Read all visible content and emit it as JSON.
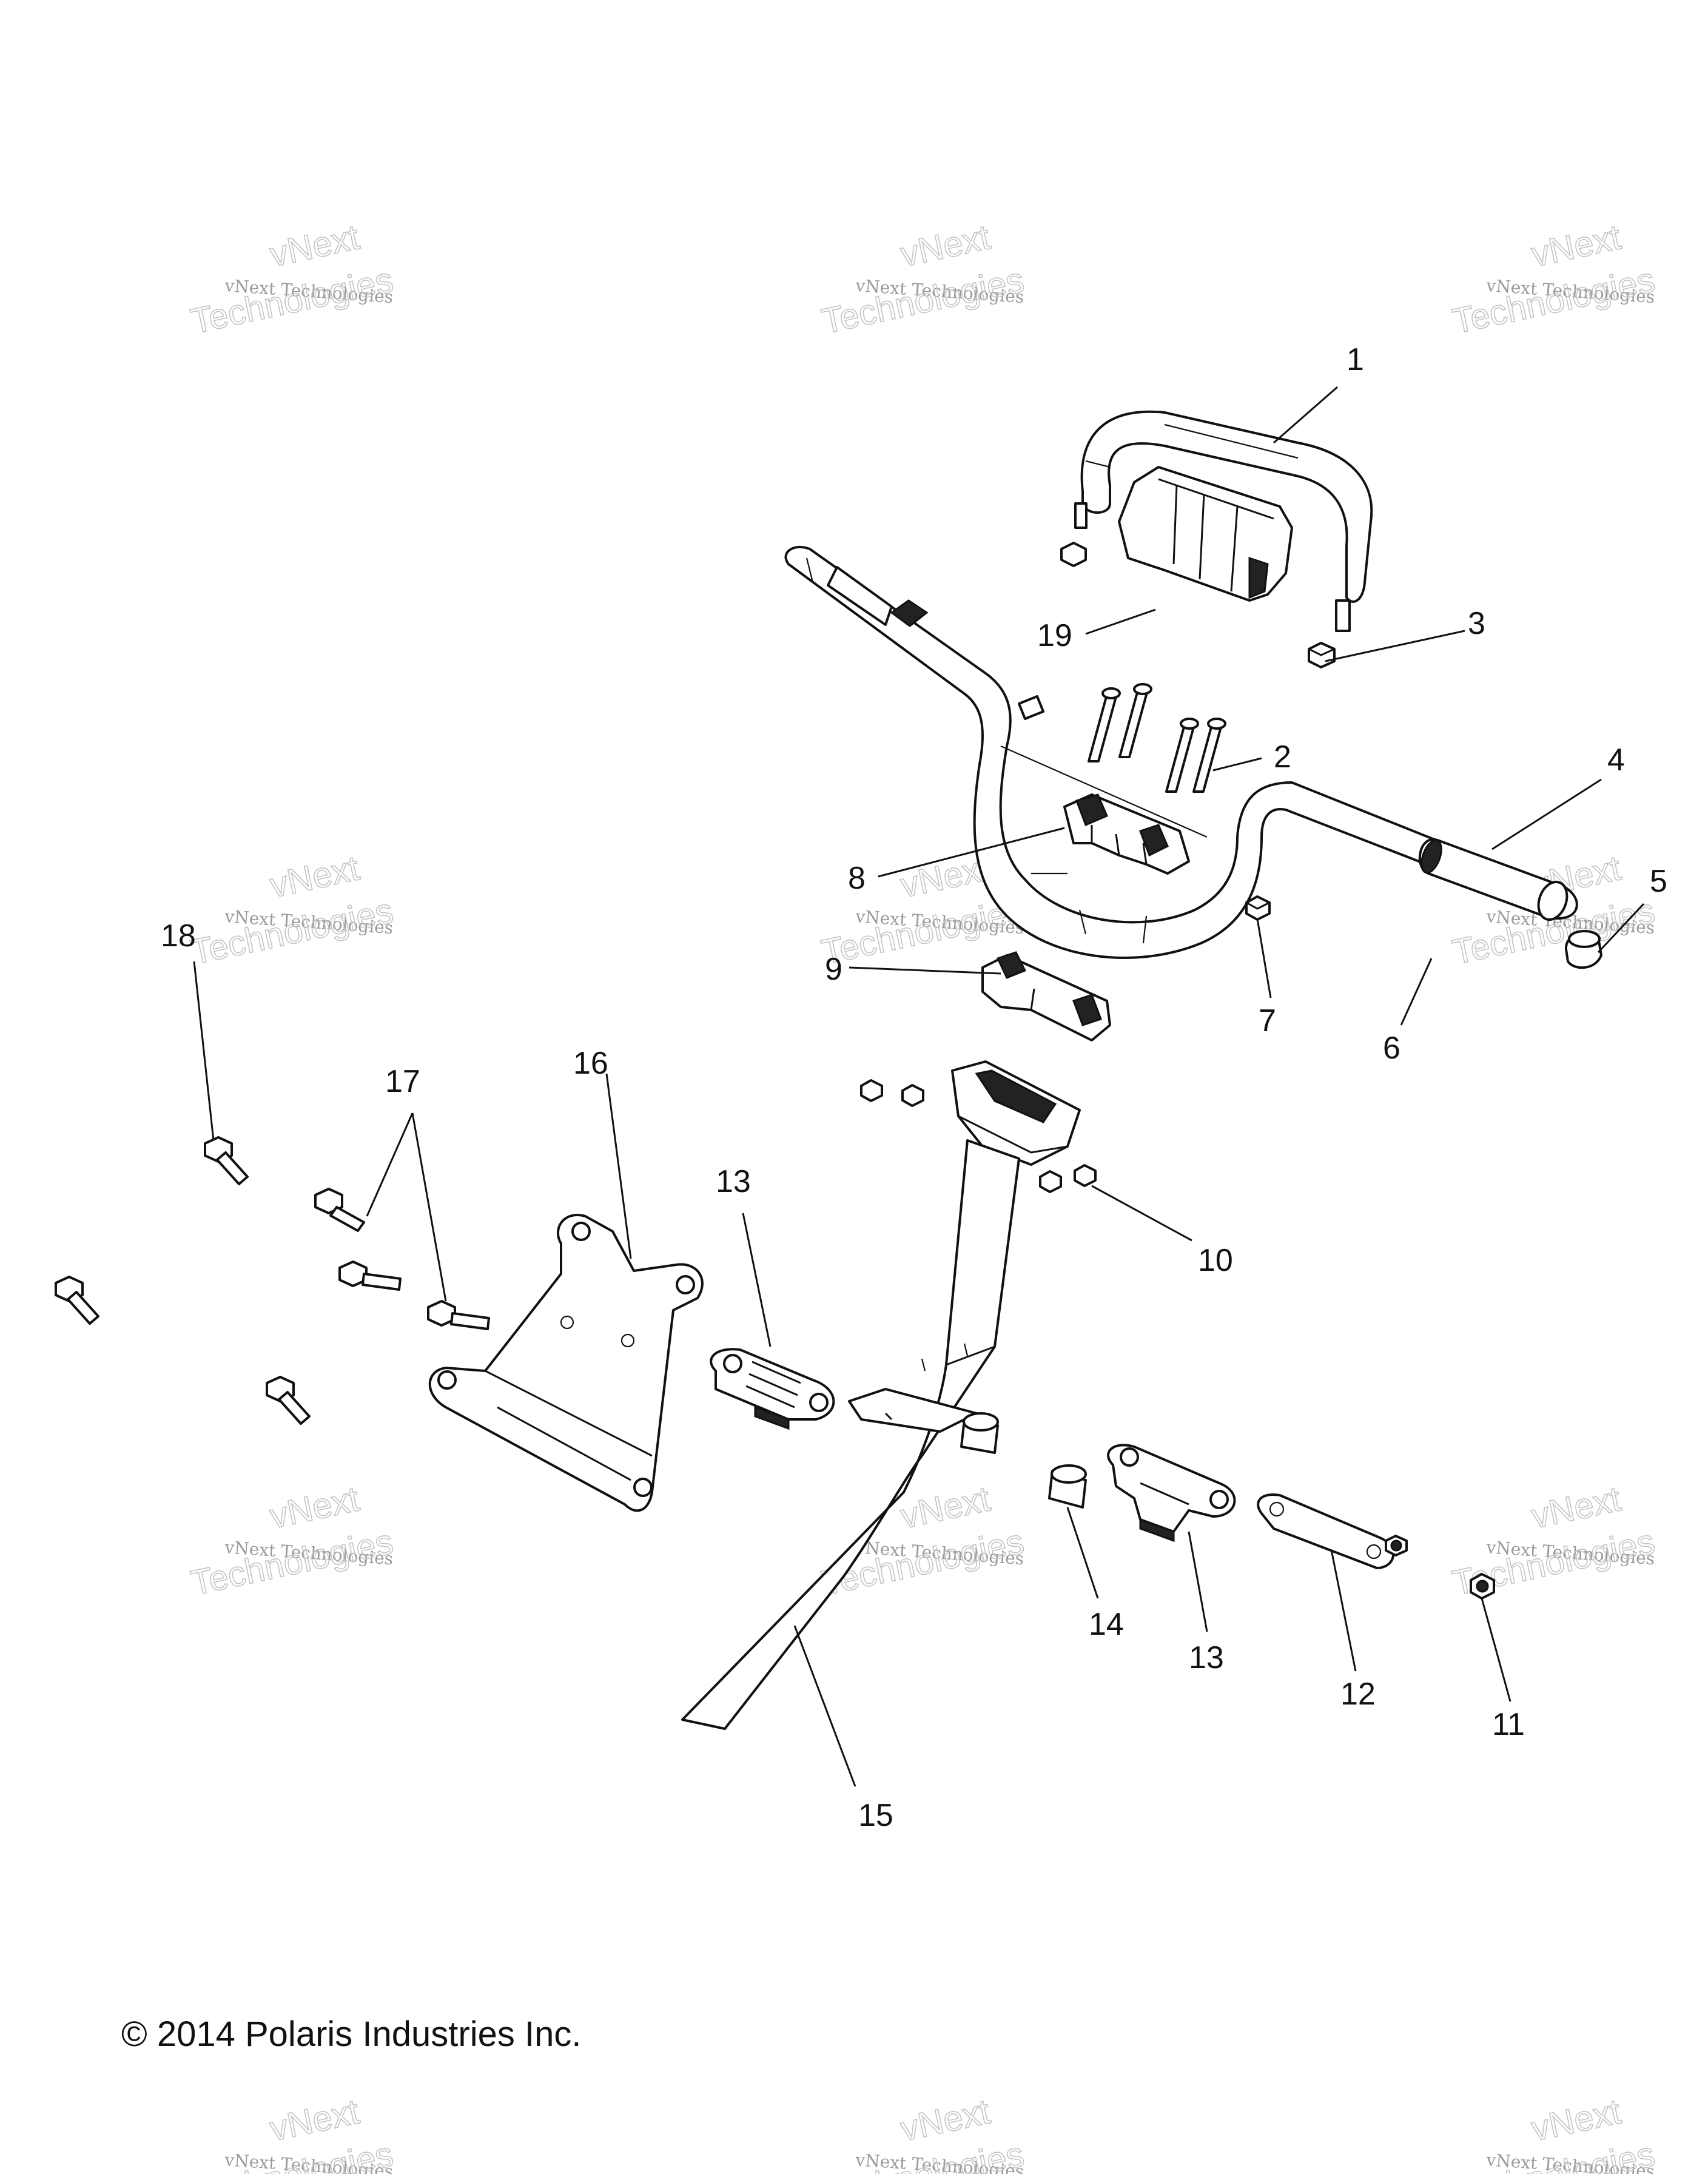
{
  "watermark": {
    "line1": "vNext Technologies",
    "line2": "vNext",
    "line3": "Technologies"
  },
  "callouts": [
    "1",
    "2",
    "3",
    "4",
    "5",
    "6",
    "7",
    "8",
    "9",
    "10",
    "11",
    "12",
    "13",
    "13",
    "14",
    "15",
    "16",
    "17",
    "18",
    "19"
  ],
  "copyright": "© 2014 Polaris Industries Inc."
}
